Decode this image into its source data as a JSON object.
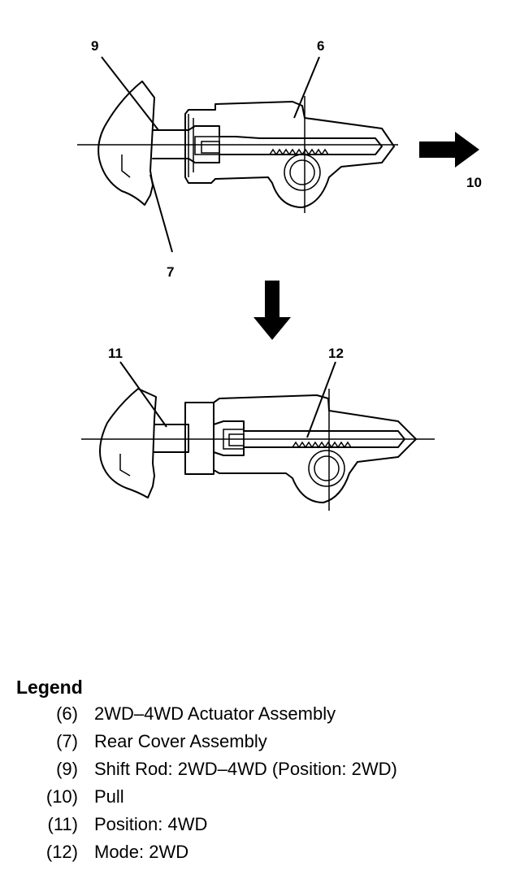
{
  "callouts": {
    "c9": "9",
    "c6": "6",
    "c10": "10",
    "c7": "7",
    "c11": "11",
    "c12": "12"
  },
  "legend": {
    "title": "Legend",
    "items": [
      {
        "num": "(6)",
        "text": "2WD–4WD Actuator Assembly"
      },
      {
        "num": "(7)",
        "text": "Rear Cover Assembly"
      },
      {
        "num": "(9)",
        "text": "Shift Rod: 2WD–4WD (Position: 2WD)"
      },
      {
        "num": "(10)",
        "text": "Pull"
      },
      {
        "num": "(11)",
        "text": "Position: 4WD"
      },
      {
        "num": "(12)",
        "text": "Mode: 2WD"
      }
    ]
  }
}
